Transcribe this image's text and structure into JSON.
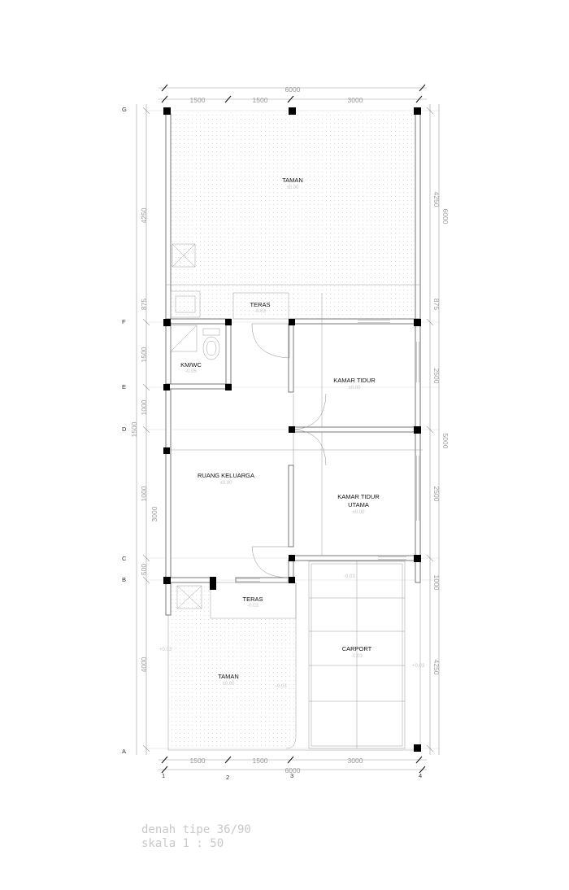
{
  "drawing": {
    "title_line1": "denah tipe 36/90",
    "title_line2": "skala 1 : 50"
  },
  "rooms": [
    {
      "id": "taman-front",
      "label": "TAMAN",
      "area": "±0.00"
    },
    {
      "id": "teras-top",
      "label": "TERAS",
      "area": "-0.03"
    },
    {
      "id": "km-wc",
      "label": "KM/WC",
      "area": "-0.05"
    },
    {
      "id": "kamar-tidur",
      "label": "KAMAR TIDUR",
      "area": "±0.00"
    },
    {
      "id": "ruang-keluarga",
      "label": "RUANG KELUARGA",
      "area": "±0.00"
    },
    {
      "id": "kamar-tidur-utama-1",
      "label": "KAMAR TIDUR",
      "area": ""
    },
    {
      "id": "kamar-tidur-utama-2",
      "label": "UTAMA",
      "area": "±0.00"
    },
    {
      "id": "teras-bottom",
      "label": "TERAS",
      "area": "-0.03"
    },
    {
      "id": "carport",
      "label": "CARPORT",
      "area": "-0.03"
    },
    {
      "id": "taman-back",
      "label": "TAMAN",
      "area": "±0.00"
    }
  ],
  "level_marks": [
    "+0.03",
    "+0.03",
    "-0.03",
    "-0.03"
  ],
  "dimensions": {
    "top_total": "6000",
    "top_segments": [
      "1500",
      "1500",
      "3000"
    ],
    "bottom_total": "6000",
    "bottom_segments": [
      "1500",
      "1500",
      "3000"
    ],
    "left": [
      "4250",
      "875",
      "1500",
      "1000",
      "1000",
      "3000",
      "500",
      "4000"
    ],
    "left_outer": [
      "1500"
    ],
    "right": [
      "4250",
      "875",
      "2500",
      "2500",
      "1000",
      "4250"
    ],
    "right_outer": [
      "6000",
      "5000"
    ]
  },
  "grid": {
    "rows": [
      "G",
      "F",
      "E",
      "D",
      "C",
      "B",
      "A"
    ],
    "cols": [
      "1",
      "2",
      "3",
      "4"
    ]
  }
}
